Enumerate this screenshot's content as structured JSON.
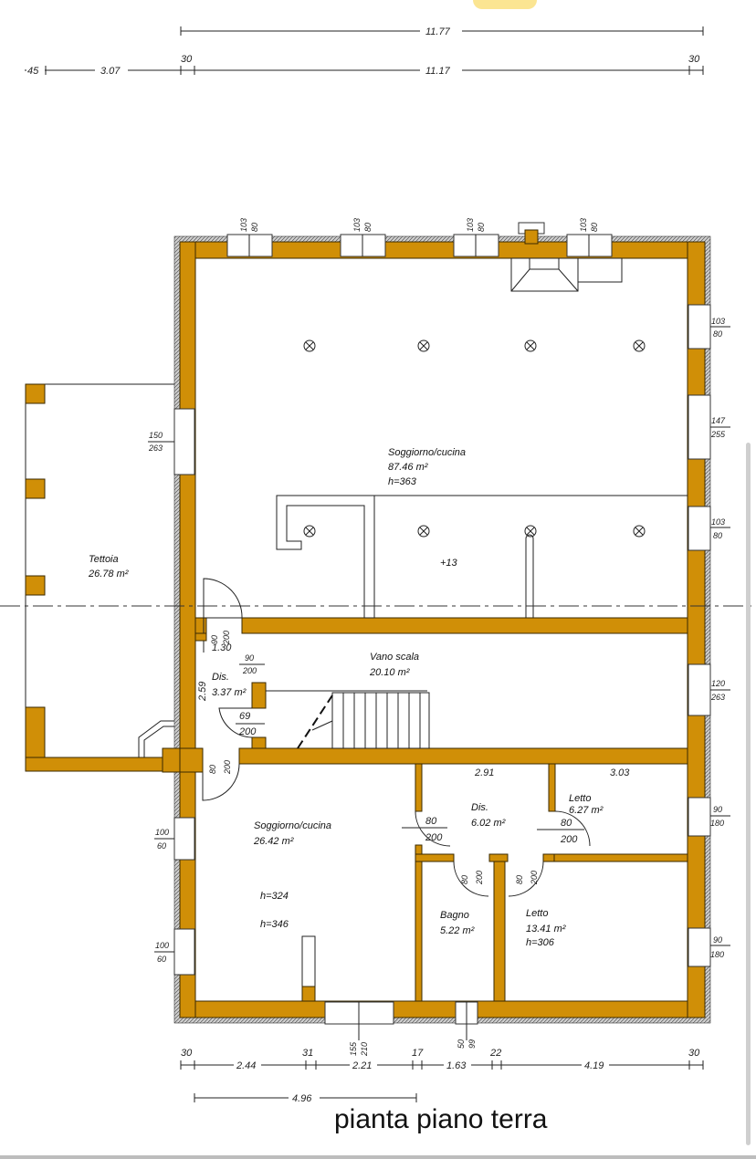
{
  "caption": "pianta piano terra",
  "top_dims": {
    "overall": "11.77",
    "row2": [
      "45",
      "3.07",
      "30",
      "11.17",
      "30"
    ]
  },
  "bottom_dims": {
    "row1": [
      "30",
      "2.44",
      "31",
      "2.21",
      "17",
      "1.63",
      "22",
      "4.19",
      "30"
    ],
    "row2": "4.96"
  },
  "rooms": {
    "soggiorno_big": {
      "name": "Soggiorno/cucina",
      "area": "87.46 m²",
      "height": "h=363",
      "level": "+13"
    },
    "tettoia": {
      "name": "Tettoia",
      "area": "26.78 m²"
    },
    "vano_scala": {
      "name": "Vano scala",
      "area": "20.10 m²"
    },
    "dis_small": {
      "name": "Dis.",
      "area": "3.37 m²"
    },
    "soggiorno_small": {
      "name": "Soggiorno/cucina",
      "area": "26.42 m²",
      "h1": "h=324",
      "h2": "h=346"
    },
    "dis_center": {
      "name": "Dis.",
      "area": "6.02 m²"
    },
    "letto_top": {
      "name": "Letto",
      "area": "6.27 m²"
    },
    "bagno": {
      "name": "Bagno",
      "area": "5.22 m²"
    },
    "letto_bottom": {
      "name": "Letto",
      "area": "13.41 m²",
      "height": "h=306"
    }
  },
  "interior_dims": {
    "d130": "1.30",
    "d259": "2.59",
    "d291": "2.91",
    "d303": "3.03"
  },
  "windows": {
    "top": [
      [
        "103",
        "80"
      ],
      [
        "103",
        "80"
      ],
      [
        "103",
        "80"
      ],
      [
        "103",
        "80"
      ]
    ],
    "right": [
      [
        "103",
        "80"
      ],
      [
        "147",
        "255"
      ],
      [
        "103",
        "80"
      ],
      [
        "120",
        "263"
      ],
      [
        "90",
        "180"
      ],
      [
        "90",
        "180"
      ]
    ],
    "left": [
      [
        "150",
        "263"
      ],
      [
        "100",
        "60"
      ],
      [
        "100",
        "60"
      ]
    ],
    "bottom": [
      [
        "155",
        "210"
      ],
      [
        "50",
        "99"
      ]
    ]
  },
  "doors": {
    "dis_top_v": [
      "90",
      "200"
    ],
    "dis_top_h": [
      "90",
      "200"
    ],
    "dis_mid": [
      "69",
      "200"
    ],
    "entry": [
      "80",
      "200"
    ],
    "center_left": [
      "80",
      "200"
    ],
    "letto_top": [
      "80",
      "200"
    ],
    "bagno": [
      "80",
      "200"
    ],
    "letto_bottom": [
      "80",
      "200"
    ]
  },
  "colors": {
    "wall": "#d08f07",
    "insulation": "#9a9a9a"
  }
}
